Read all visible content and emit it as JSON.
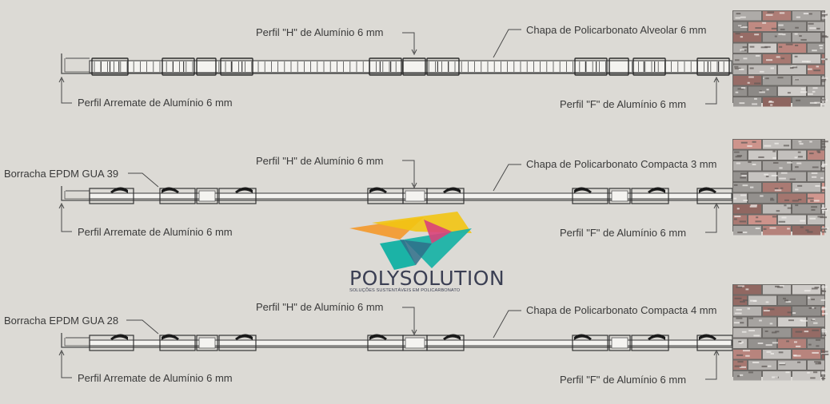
{
  "brand": {
    "name": "POLYSOLUTION",
    "tagline": "SOLUÇÕES SUSTENTÁVEIS EM POLICARBONATO"
  },
  "rows": [
    {
      "label_h": "Perfil \"H\" de Alumínio 6 mm",
      "label_sheet": "Chapa de Policarbonato Alveolar 6 mm",
      "label_arremate": "Perfil Arremate de Alumínio 6 mm",
      "label_f": "Perfil \"F\" de Alumínio 6 mm"
    },
    {
      "label_gasket": "Borracha EPDM GUA 39",
      "label_h": "Perfil \"H\" de Alumínio 6 mm",
      "label_sheet": "Chapa de Policarbonato Compacta 3 mm",
      "label_arremate": "Perfil Arremate de Alumínio 6 mm",
      "label_f": "Perfil \"F\" de Alumínio 6 mm"
    },
    {
      "label_gasket": "Borracha EPDM GUA 28",
      "label_h": "Perfil \"H\" de Alumínio 6 mm",
      "label_sheet": "Chapa de Policarbonato Compacta 4 mm",
      "label_arremate": "Perfil Arremate de Alumínio 6 mm",
      "label_f": "Perfil \"F\" de Alumínio 6 mm"
    }
  ],
  "colors": {
    "background": "#dcdad5",
    "line": "#4a4a4a",
    "gasket": "#1a1a1a",
    "brick": "#8a8580",
    "logo_orange": "#f39a2e",
    "logo_yellow": "#f2c413",
    "logo_teal": "#1bb3a6",
    "logo_pink": "#d9417a",
    "logo_navy": "#3b3f53"
  }
}
